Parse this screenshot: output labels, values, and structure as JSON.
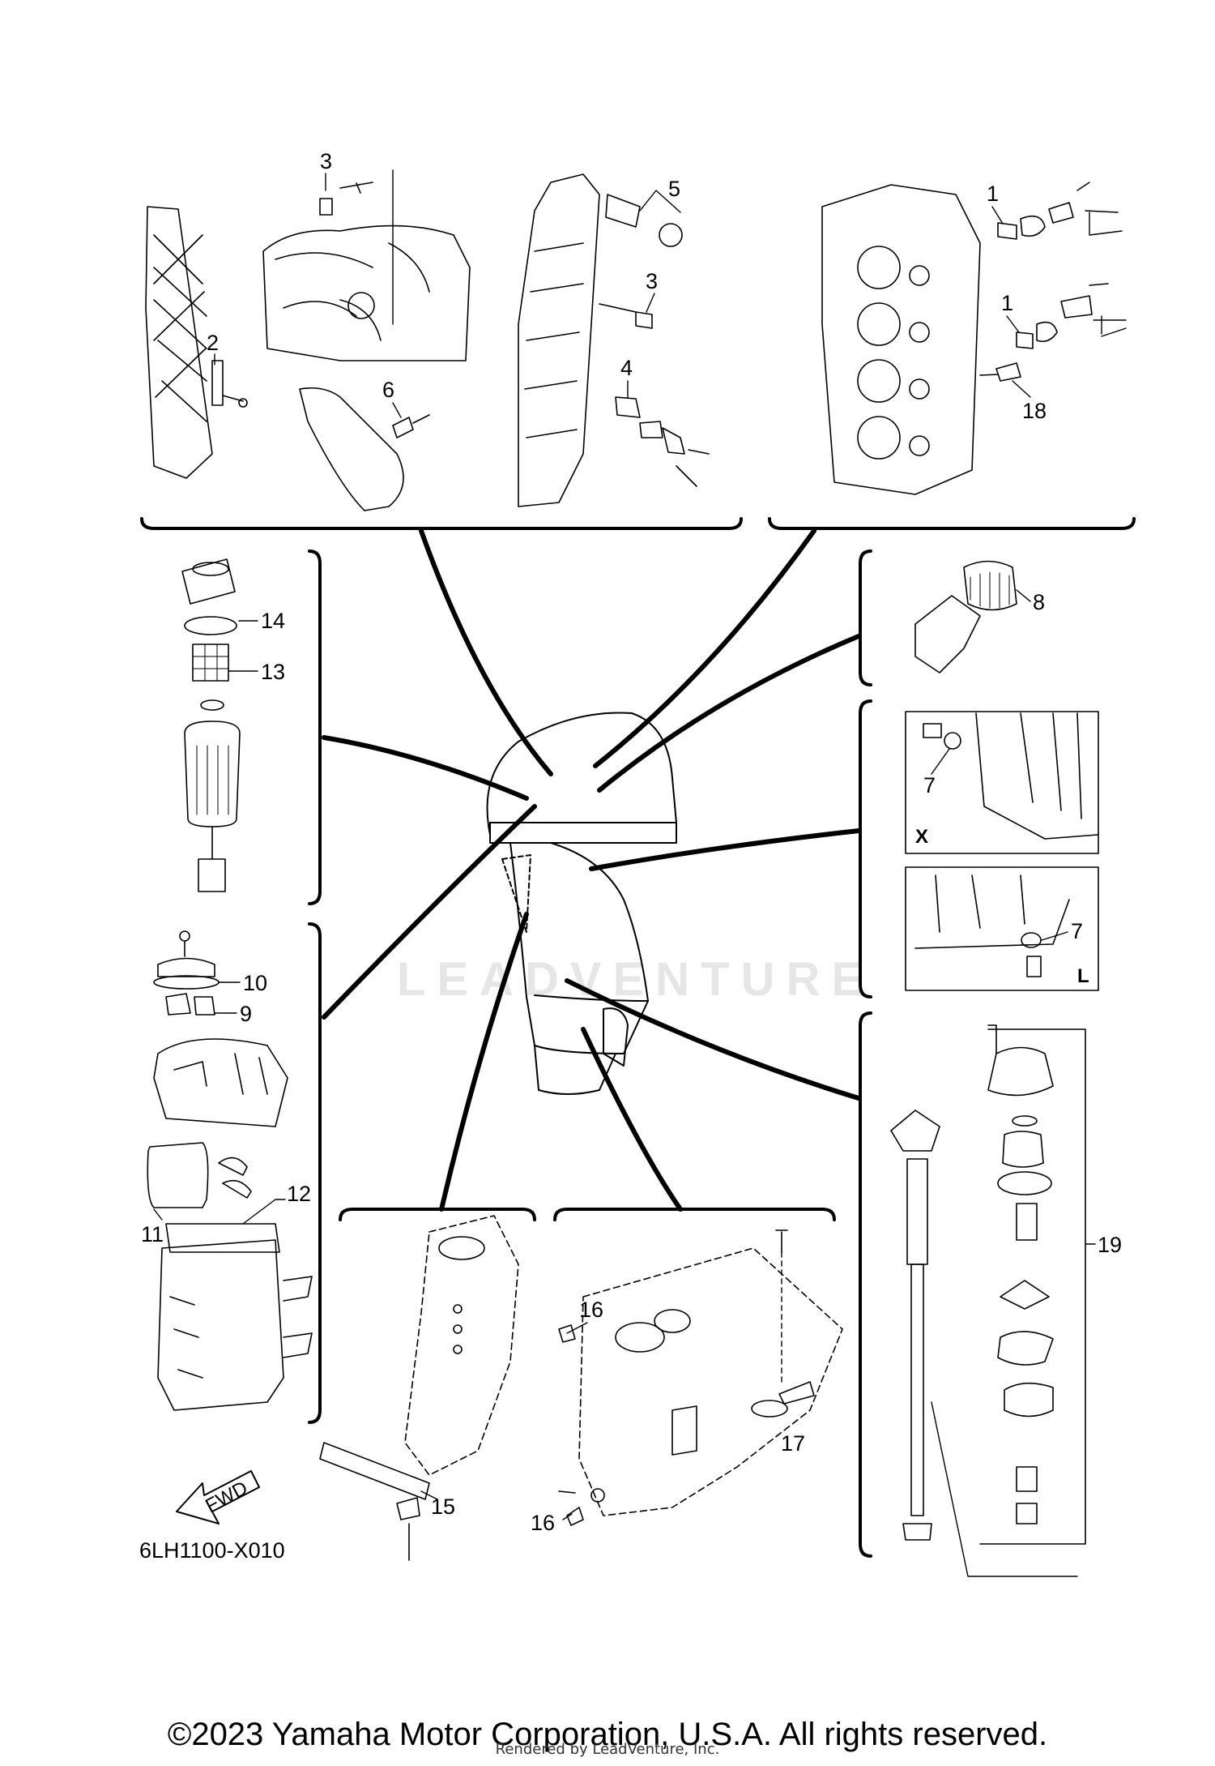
{
  "diagram": {
    "code": "6LH1100-X010",
    "fwd_label": "FWD",
    "watermark": "LEADVENTURE",
    "view_x": "X",
    "view_l": "L",
    "callouts": {
      "c1a": "1",
      "c1b": "1",
      "c2": "2",
      "c3a": "3",
      "c3b": "3",
      "c4": "4",
      "c5": "5",
      "c6": "6",
      "c7a": "7",
      "c7b": "7",
      "c8": "8",
      "c9": "9",
      "c10": "10",
      "c11": "11",
      "c12": "12",
      "c13": "13",
      "c14": "14",
      "c15": "15",
      "c16a": "16",
      "c16b": "16",
      "c17": "17",
      "c18": "18",
      "c19": "19"
    }
  },
  "footer": {
    "copyright": "©2023 Yamaha Motor Corporation, U.S.A. All rights reserved.",
    "rendered": "Rendered by LeadVenture, Inc."
  }
}
